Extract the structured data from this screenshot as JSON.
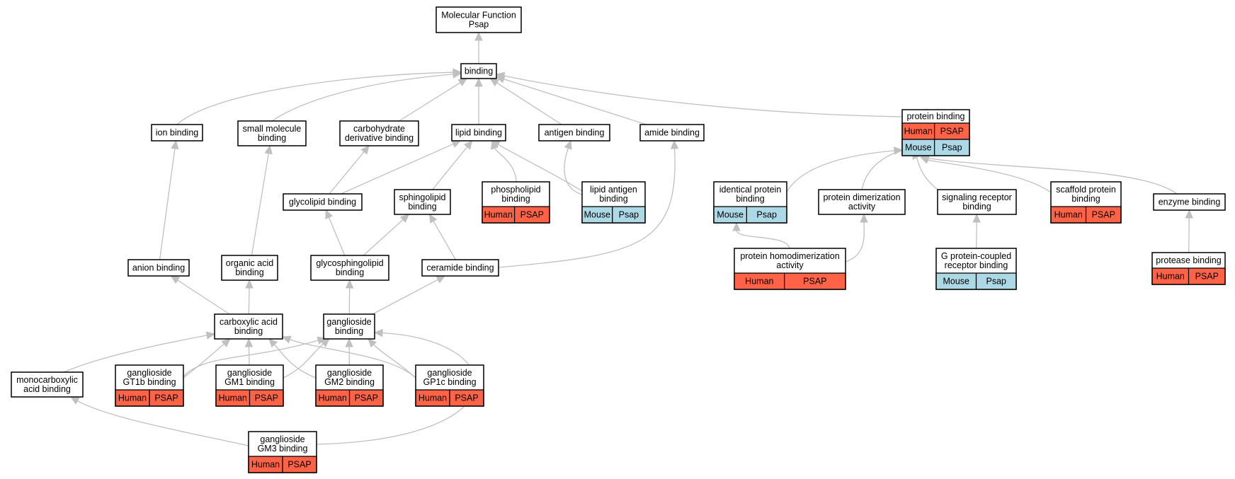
{
  "colors": {
    "human": "#ff6347",
    "mouse": "#add8e6",
    "edge": "#c0c0c0",
    "border": "#000000"
  },
  "nodes": {
    "mf": {
      "lines": [
        "Molecular Function",
        "Psap"
      ]
    },
    "binding": {
      "lines": [
        "binding"
      ]
    },
    "ion": {
      "lines": [
        "ion binding"
      ]
    },
    "small": {
      "lines": [
        "small molecule",
        "binding"
      ]
    },
    "carbo": {
      "lines": [
        "carbohydrate",
        "derivative binding"
      ]
    },
    "lipid": {
      "lines": [
        "lipid binding"
      ]
    },
    "antigen": {
      "lines": [
        "antigen binding"
      ]
    },
    "amide": {
      "lines": [
        "amide binding"
      ]
    },
    "protein": {
      "lines": [
        "protein binding"
      ],
      "rows": [
        {
          "species": "Human",
          "gene": "PSAP"
        },
        {
          "species": "Mouse",
          "gene": "Psap"
        }
      ]
    },
    "glycolipid": {
      "lines": [
        "glycolipid binding"
      ]
    },
    "sphingo": {
      "lines": [
        "sphingolipid",
        "binding"
      ]
    },
    "phospho": {
      "lines": [
        "phospholipid",
        "binding"
      ],
      "rows": [
        {
          "species": "Human",
          "gene": "PSAP"
        }
      ]
    },
    "lipidantigen": {
      "lines": [
        "lipid antigen",
        "binding"
      ],
      "rows": [
        {
          "species": "Mouse",
          "gene": "Psap"
        }
      ]
    },
    "identical": {
      "lines": [
        "identical protein",
        "binding"
      ],
      "rows": [
        {
          "species": "Mouse",
          "gene": "Psap"
        }
      ]
    },
    "dimer": {
      "lines": [
        "protein dimerization",
        "activity"
      ]
    },
    "signaling": {
      "lines": [
        "signaling receptor",
        "binding"
      ]
    },
    "scaffold": {
      "lines": [
        "scaffold protein",
        "binding"
      ],
      "rows": [
        {
          "species": "Human",
          "gene": "PSAP"
        }
      ]
    },
    "enzyme": {
      "lines": [
        "enzyme binding"
      ]
    },
    "anion": {
      "lines": [
        "anion binding"
      ]
    },
    "organic": {
      "lines": [
        "organic acid",
        "binding"
      ]
    },
    "glycosphingo": {
      "lines": [
        "glycosphingolipid",
        "binding"
      ]
    },
    "ceramide": {
      "lines": [
        "ceramide binding"
      ]
    },
    "homodimer": {
      "lines": [
        "protein homodimerization",
        "activity"
      ],
      "rows": [
        {
          "species": "Human",
          "gene": "PSAP"
        }
      ]
    },
    "gpcr": {
      "lines": [
        "G protein-coupled",
        "receptor binding"
      ],
      "rows": [
        {
          "species": "Mouse",
          "gene": "Psap"
        }
      ]
    },
    "protease": {
      "lines": [
        "protease binding"
      ],
      "rows": [
        {
          "species": "Human",
          "gene": "PSAP"
        }
      ]
    },
    "carboxylic": {
      "lines": [
        "carboxylic acid",
        "binding"
      ]
    },
    "ganglioside": {
      "lines": [
        "ganglioside",
        "binding"
      ]
    },
    "monocarb": {
      "lines": [
        "monocarboxylic",
        "acid binding"
      ]
    },
    "gt1b": {
      "lines": [
        "ganglioside",
        "GT1b binding"
      ],
      "rows": [
        {
          "species": "Human",
          "gene": "PSAP"
        }
      ]
    },
    "gm1": {
      "lines": [
        "ganglioside",
        "GM1 binding"
      ],
      "rows": [
        {
          "species": "Human",
          "gene": "PSAP"
        }
      ]
    },
    "gm2": {
      "lines": [
        "ganglioside",
        "GM2 binding"
      ],
      "rows": [
        {
          "species": "Human",
          "gene": "PSAP"
        }
      ]
    },
    "gp1c": {
      "lines": [
        "ganglioside",
        "GP1c binding"
      ],
      "rows": [
        {
          "species": "Human",
          "gene": "PSAP"
        }
      ]
    },
    "gm3": {
      "lines": [
        "ganglioside",
        "GM3 binding"
      ],
      "rows": [
        {
          "species": "Human",
          "gene": "PSAP"
        }
      ]
    }
  },
  "edges": [
    [
      "binding",
      "mf"
    ],
    [
      "ion",
      "binding"
    ],
    [
      "small",
      "binding"
    ],
    [
      "carbo",
      "binding"
    ],
    [
      "lipid",
      "binding"
    ],
    [
      "antigen",
      "binding"
    ],
    [
      "amide",
      "binding"
    ],
    [
      "protein",
      "binding"
    ],
    [
      "glycolipid",
      "carbo"
    ],
    [
      "glycolipid",
      "lipid"
    ],
    [
      "sphingo",
      "lipid"
    ],
    [
      "phospho",
      "lipid"
    ],
    [
      "lipidantigen",
      "lipid"
    ],
    [
      "lipidantigen",
      "antigen"
    ],
    [
      "identical",
      "protein"
    ],
    [
      "dimer",
      "protein"
    ],
    [
      "signaling",
      "protein"
    ],
    [
      "scaffold",
      "protein"
    ],
    [
      "enzyme",
      "protein"
    ],
    [
      "anion",
      "ion"
    ],
    [
      "organic",
      "small"
    ],
    [
      "glycosphingo",
      "glycolipid"
    ],
    [
      "glycosphingo",
      "sphingo"
    ],
    [
      "ceramide",
      "sphingo"
    ],
    [
      "ceramide",
      "amide"
    ],
    [
      "homodimer",
      "identical"
    ],
    [
      "homodimer",
      "dimer"
    ],
    [
      "gpcr",
      "signaling"
    ],
    [
      "protease",
      "enzyme"
    ],
    [
      "carboxylic",
      "anion"
    ],
    [
      "carboxylic",
      "organic"
    ],
    [
      "ganglioside",
      "glycosphingo"
    ],
    [
      "ganglioside",
      "ceramide"
    ],
    [
      "monocarb",
      "carboxylic"
    ],
    [
      "gt1b",
      "carboxylic"
    ],
    [
      "gt1b",
      "ganglioside"
    ],
    [
      "gm1",
      "carboxylic"
    ],
    [
      "gm1",
      "ganglioside"
    ],
    [
      "gm2",
      "carboxylic"
    ],
    [
      "gm2",
      "ganglioside"
    ],
    [
      "gp1c",
      "carboxylic"
    ],
    [
      "gp1c",
      "ganglioside"
    ],
    [
      "gm3",
      "monocarb"
    ],
    [
      "gm3",
      "ganglioside"
    ]
  ]
}
